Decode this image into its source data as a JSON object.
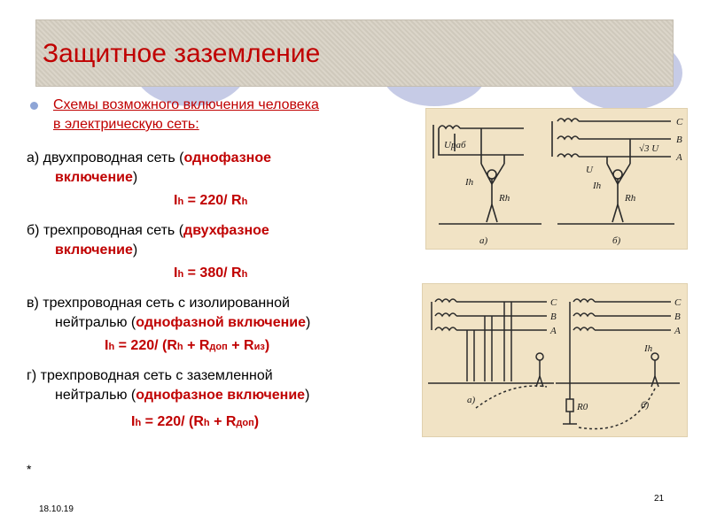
{
  "slide": {
    "title": "Защитное заземление",
    "subtitle_line1": "Схемы возможного включения человека",
    "subtitle_line2": "в электрическую сеть:",
    "item_a": {
      "prefix": "а) двухпроводная сеть (",
      "highlight1": "однофазное",
      "highlight2": "включение",
      "suffix": ")"
    },
    "formula_a": {
      "lhs": "I",
      "lhs_sub": "h",
      "rhs": " = 220/ R",
      "rhs_sub": "h"
    },
    "item_b": {
      "prefix": "б) трехпроводная сеть (",
      "highlight1": "двухфазное",
      "highlight2": "включение",
      "suffix": ")"
    },
    "formula_b": {
      "lhs": "I",
      "lhs_sub": "h",
      "rhs": " = 380/ R",
      "rhs_sub": "h"
    },
    "item_v": {
      "line1": "в) трехпроводная сеть с изолированной",
      "line2_prefix": "нейтралью (",
      "highlight": "однофазной включение",
      "suffix": ")"
    },
    "formula_v": {
      "a": "I",
      "a_sub": "h",
      "b": " = 220/ (R",
      "b_sub": "h",
      "c": " + R",
      "c_sub": "доп",
      "d": " + R",
      "d_sub": "из",
      "e": ")"
    },
    "item_g": {
      "line1": "г) трехпроводная сеть с заземленной",
      "line2_prefix": "нейтралью (",
      "highlight": "однофазное включение",
      "suffix": ")"
    },
    "formula_g": {
      "a": "I",
      "a_sub": "h",
      "b": " = 220/ (R",
      "b_sub": "h",
      "c": " + R",
      "c_sub": "доп",
      "e": ")"
    },
    "star": "*",
    "date": "18.10.19",
    "page_number": "21"
  },
  "diagram1": {
    "labels": {
      "urab": "Uраб",
      "c": "C",
      "b": "B",
      "a": "A",
      "u": "U",
      "sqrt3u": "√3 U",
      "ih1": "Ih",
      "rh1": "Rh",
      "ih2": "Ih",
      "rh2": "Rh",
      "fig_a": "а)",
      "fig_b": "б)"
    }
  },
  "diagram2": {
    "labels": {
      "c1": "C",
      "b1": "B",
      "a1": "A",
      "c2": "C",
      "b2": "B",
      "a2": "A",
      "fig_a": "а)",
      "fig_b": "б)",
      "r0": "R0",
      "ih": "Ih"
    }
  },
  "colors": {
    "accent": "#c00000",
    "title_band": "#d6cfc2",
    "diagram_bg": "#f1e3c5",
    "bullet": "#8ea5d6"
  }
}
